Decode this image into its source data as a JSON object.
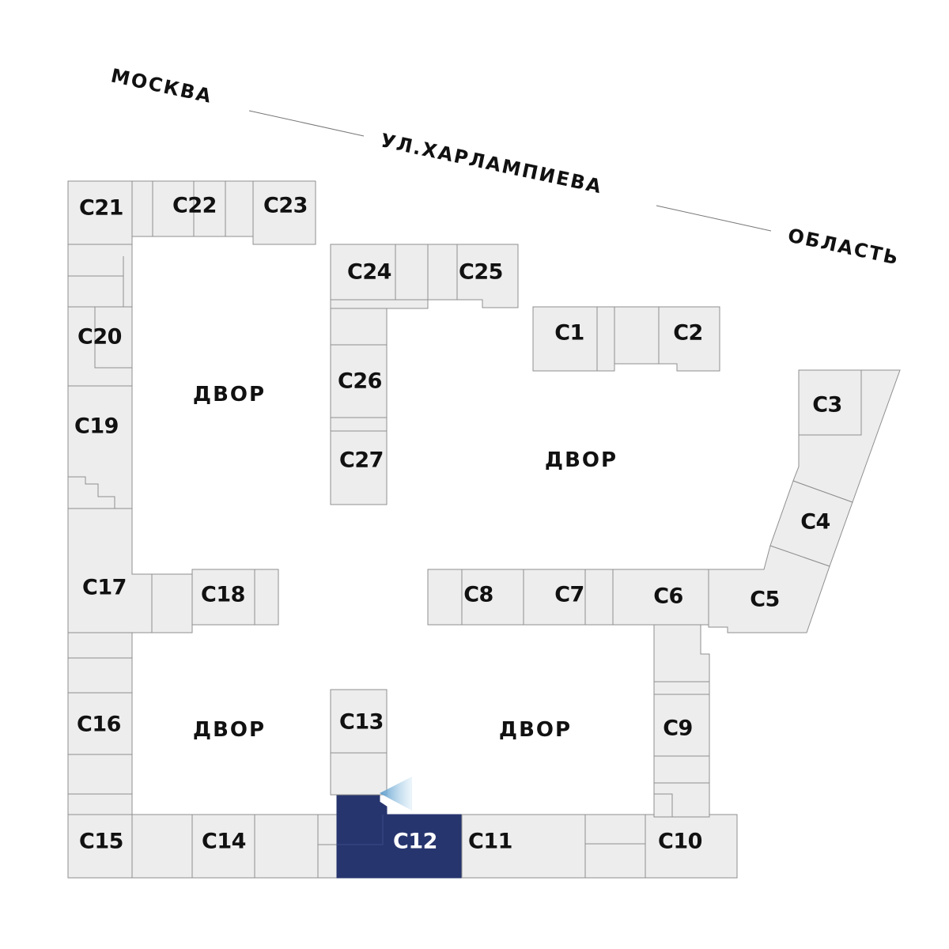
{
  "street": {
    "left": "МОСКВА",
    "center": "УЛ.ХАРЛАМПИЕВА",
    "right": "ОБЛАСТЬ"
  },
  "yards": [
    "ДВОР",
    "ДВОР",
    "ДВОР",
    "ДВОР"
  ],
  "sections": {
    "c1": "С1",
    "c2": "С2",
    "c3": "С3",
    "c4": "С4",
    "c5": "С5",
    "c6": "С6",
    "c7": "С7",
    "c8": "С8",
    "c9": "С9",
    "c10": "С10",
    "c11": "С11",
    "c12": "С12",
    "c13": "С13",
    "c14": "С14",
    "c15": "С15",
    "c16": "С16",
    "c17": "С17",
    "c18": "С18",
    "c19": "С19",
    "c20": "С20",
    "c21": "С21",
    "c22": "С22",
    "c23": "С23",
    "c24": "С24",
    "c25": "С25",
    "c26": "С26",
    "c27": "С27"
  },
  "selected_section": "С12",
  "colors": {
    "selected": "#27356e",
    "block": "#ededed",
    "outline": "#8f8f8f",
    "view_marker": "#7bb3d8"
  }
}
